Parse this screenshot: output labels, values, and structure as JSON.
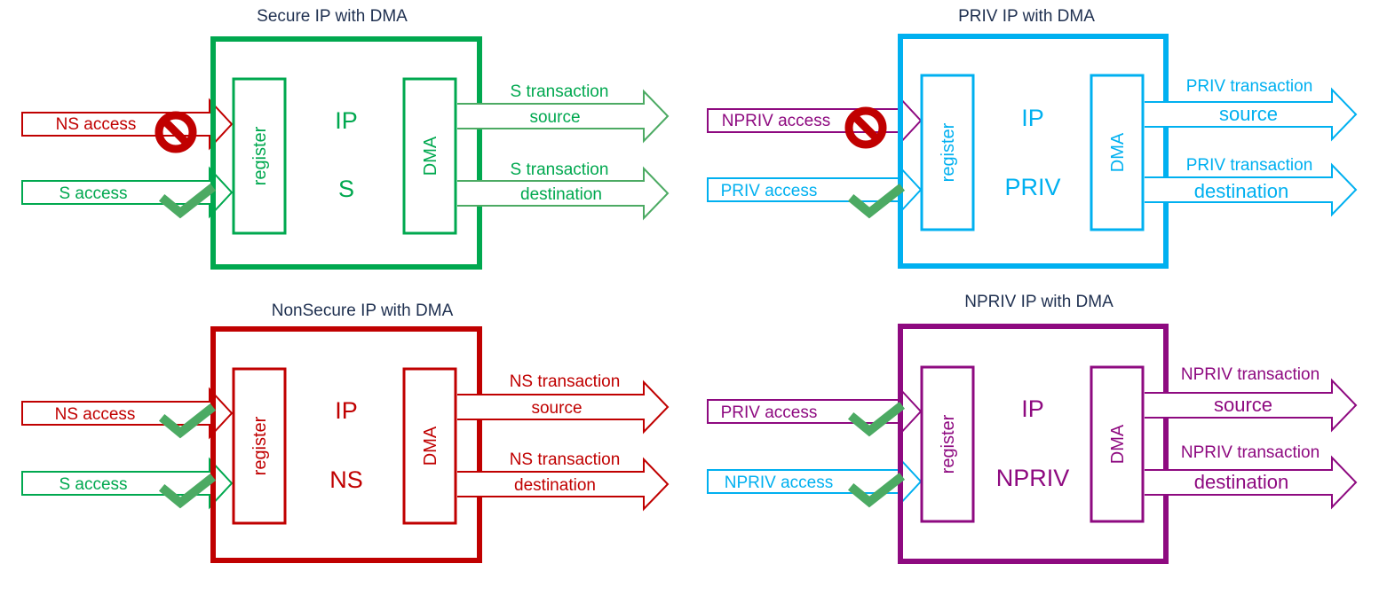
{
  "colors": {
    "secure": "#00a84f",
    "nonsecure": "#c00000",
    "priv": "#00b0f0",
    "npriv": "#8e0a80",
    "title": "#1f3050",
    "check": "#4caa63",
    "block": "#c00000"
  },
  "panels": [
    {
      "id": "secure",
      "title": "Secure IP with DMA",
      "ip_label": "IP",
      "mode_label": "S",
      "register_label": "register",
      "dma_label": "DMA",
      "inputs": [
        {
          "label": "NS access",
          "status": "blocked"
        },
        {
          "label": "S access",
          "status": "allowed"
        }
      ],
      "outputs": [
        {
          "line1": "S transaction",
          "line2": "source"
        },
        {
          "line1": "S transaction",
          "line2": "destination"
        }
      ]
    },
    {
      "id": "priv",
      "title": "PRIV IP with DMA",
      "ip_label": "IP",
      "mode_label": "PRIV",
      "register_label": "register",
      "dma_label": "DMA",
      "inputs": [
        {
          "label": "NPRIV access",
          "status": "blocked"
        },
        {
          "label": "PRIV access",
          "status": "allowed"
        }
      ],
      "outputs": [
        {
          "line1": "PRIV transaction",
          "line2": "source"
        },
        {
          "line1": "PRIV transaction",
          "line2": "destination"
        }
      ]
    },
    {
      "id": "nonsecure",
      "title": "NonSecure IP with DMA",
      "ip_label": "IP",
      "mode_label": "NS",
      "register_label": "register",
      "dma_label": "DMA",
      "inputs": [
        {
          "label": "NS access",
          "status": "allowed"
        },
        {
          "label": "S access",
          "status": "allowed"
        }
      ],
      "outputs": [
        {
          "line1": "NS transaction",
          "line2": "source"
        },
        {
          "line1": "NS transaction",
          "line2": "destination"
        }
      ]
    },
    {
      "id": "npriv",
      "title": "NPRIV IP with DMA",
      "ip_label": "IP",
      "mode_label": "NPRIV",
      "register_label": "register",
      "dma_label": "DMA",
      "inputs": [
        {
          "label": "PRIV access",
          "status": "allowed"
        },
        {
          "label": "NPRIV access",
          "status": "allowed"
        }
      ],
      "outputs": [
        {
          "line1": "NPRIV transaction",
          "line2": "source"
        },
        {
          "line1": "NPRIV transaction",
          "line2": "destination"
        }
      ]
    }
  ]
}
